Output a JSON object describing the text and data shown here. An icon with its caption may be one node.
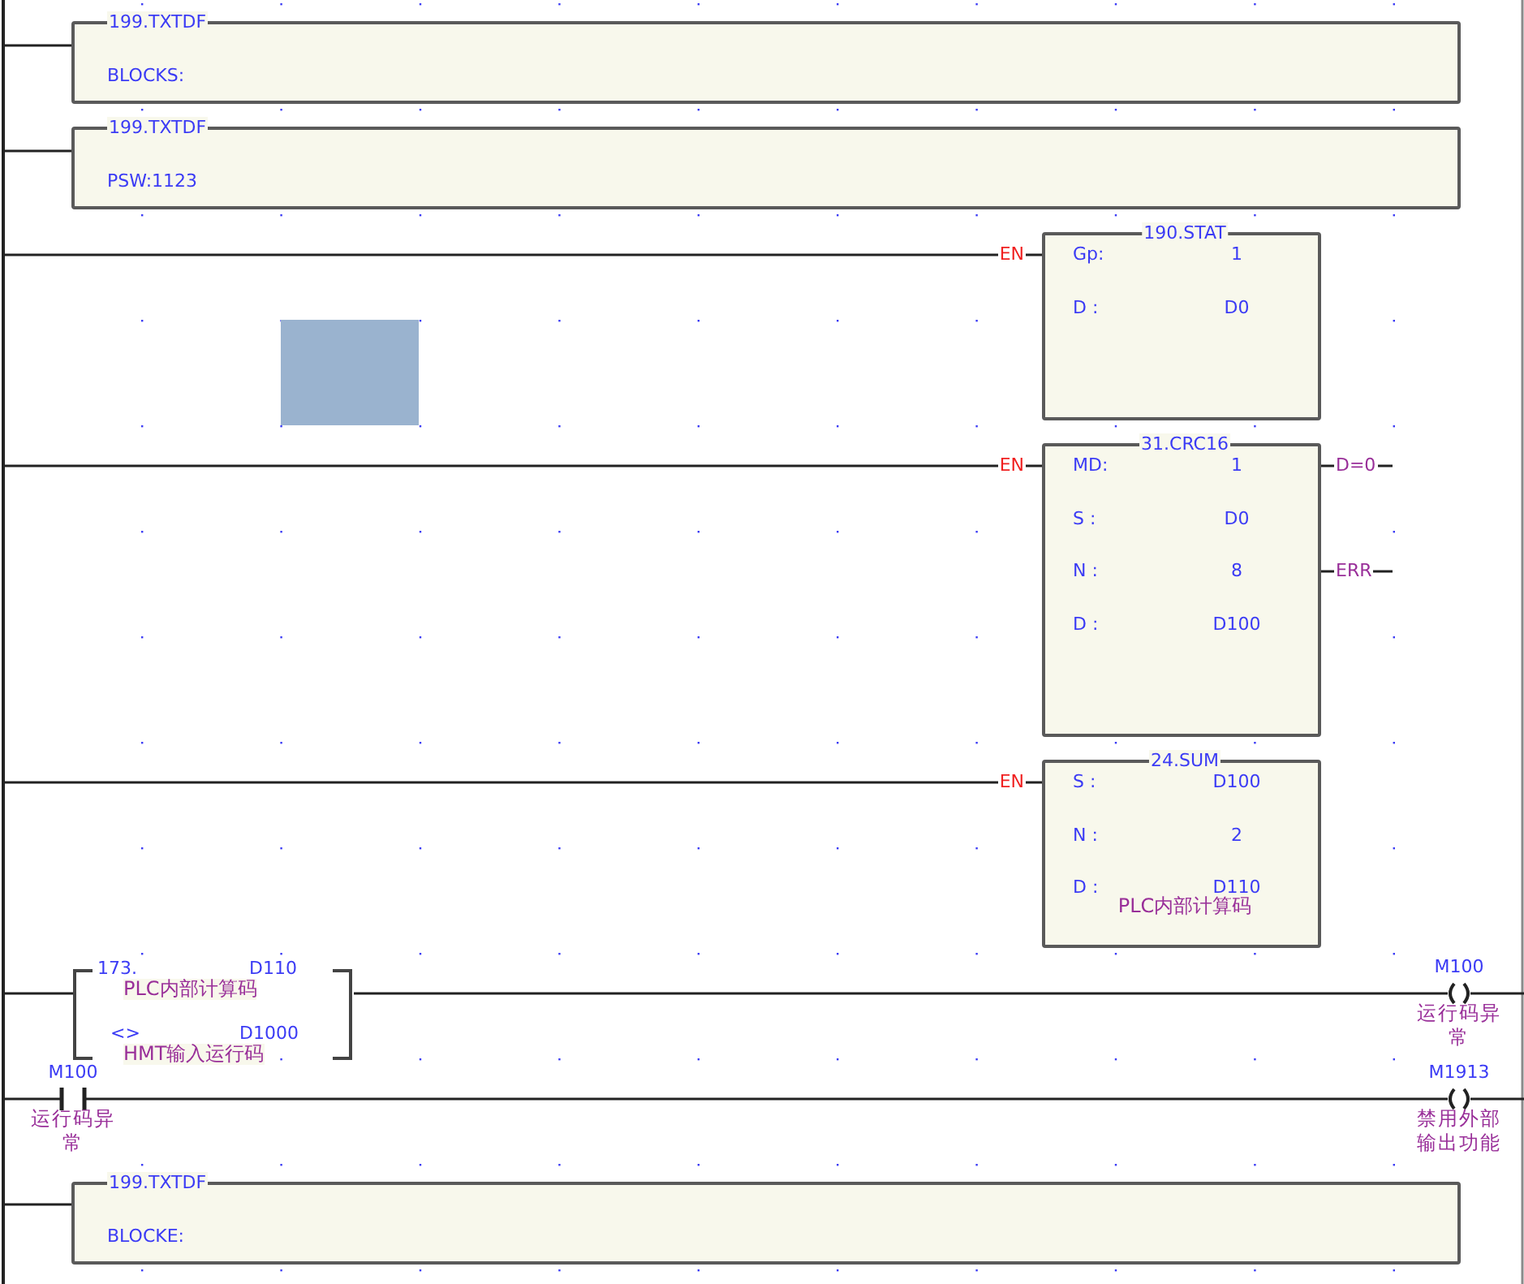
{
  "diagram": {
    "nodes": [
      {
        "text": [],
        "shape": "bar"
      },
      {
        "text": [
          "199.TXTDF",
          "BLOCKS:"
        ]
      },
      {
        "text": [
          "199.TXTDF",
          "PSW:1123"
        ]
      },
      {
        "text": [
          "190.STAT",
          "Gp:",
          "1",
          "D :",
          "D0"
        ]
      },
      {
        "text": [
          "31.CRC16",
          "MD:",
          "1",
          "S :",
          "D0",
          "N :",
          "8",
          "D :",
          "D100"
        ]
      },
      {
        "text": [
          "24.SUM",
          "S :",
          "D100",
          "N :",
          "2",
          "D :",
          "D110",
          "PLC内部计算码"
        ]
      },
      {
        "text": [
          "173.",
          "D110",
          "PLC内部计算码",
          "<>",
          "D1000",
          "HMT输入运行码"
        ]
      },
      {
        "text": [
          "M100",
          "运行码异常"
        ]
      },
      {
        "text": [
          "M100",
          "运行码异常"
        ]
      },
      {
        "text": [
          "M1913",
          "禁用外部输出功能"
        ]
      },
      {
        "text": [
          "199.TXTDF",
          "BLOCKE:"
        ]
      },
      {
        "text": [],
        "shape": "box"
      }
    ],
    "edges": [
      {
        "from": 0,
        "to": 1,
        "arrow": "none"
      },
      {
        "from": 0,
        "to": 2,
        "arrow": "none"
      },
      {
        "from": 0,
        "to": 3,
        "arrow": "none",
        "label": "EN"
      },
      {
        "from": 0,
        "to": 4,
        "arrow": "none",
        "label": "EN"
      },
      {
        "from": 4,
        "to": null,
        "arrow": "none",
        "label": "D=0"
      },
      {
        "from": 4,
        "to": null,
        "arrow": "none",
        "label": "ERR"
      },
      {
        "from": 0,
        "to": 5,
        "arrow": "none",
        "label": "EN"
      },
      {
        "from": 0,
        "to": 6,
        "arrow": "none"
      },
      {
        "from": 6,
        "to": 7,
        "arrow": "none"
      },
      {
        "from": 7,
        "to": null,
        "arrow": "none"
      },
      {
        "from": 0,
        "to": 8,
        "arrow": "none"
      },
      {
        "from": 8,
        "to": 9,
        "arrow": "none"
      },
      {
        "from": 9,
        "to": null,
        "arrow": "none"
      },
      {
        "from": 0,
        "to": 10,
        "arrow": "none"
      }
    ]
  }
}
